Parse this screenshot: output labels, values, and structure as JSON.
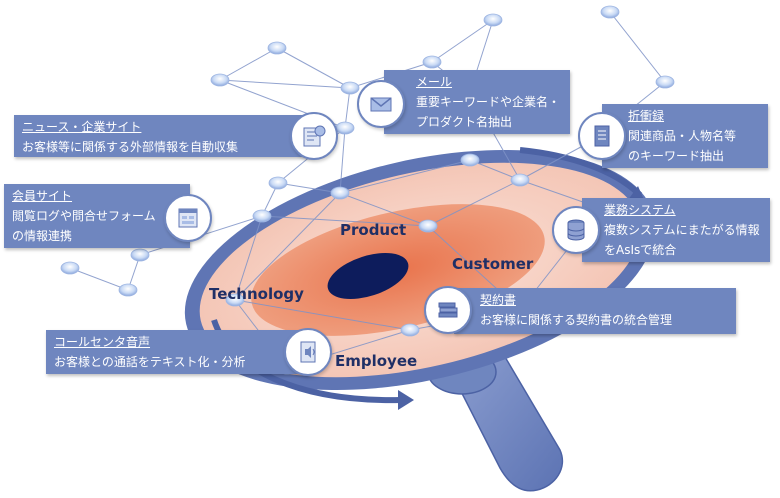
{
  "rings": {
    "product": "Product",
    "customer": "Customer",
    "technology": "Technology",
    "employee": "Employee"
  },
  "sources": {
    "news": {
      "title": "ニュース・企業サイト",
      "desc": "お客様等に関係する外部情報を自動収集",
      "icon": "newspaper-icon"
    },
    "member": {
      "title": "会員サイト",
      "desc1": "閲覧ログや問合せフォーム",
      "desc2": "の情報連携",
      "icon": "web-form-icon"
    },
    "mail": {
      "title": "メール",
      "desc1": "重要キーワードや企業名・",
      "desc2": "プロダクト名抽出",
      "icon": "mail-icon"
    },
    "report": {
      "title": "折衝録",
      "desc1": "関連商品・人物名等",
      "desc2": "のキーワード抽出",
      "icon": "document-icon"
    },
    "system": {
      "title": "業務システム",
      "desc1": "複数システムにまたがる情報",
      "desc2": "をAsIsで統合",
      "icon": "database-icon"
    },
    "contract": {
      "title": "契約書",
      "desc": "お客様に関係する契約書の統合管理",
      "icon": "books-icon"
    },
    "callcenter": {
      "title": "コールセンタ音声",
      "desc": "お客様との通話をテキスト化・分析",
      "icon": "audio-icon"
    }
  },
  "colors": {
    "box": "#6f86bf",
    "ring_outer": "#6a80bd",
    "lens_pale": "#f9d7cc",
    "lens_mid": "#ec8d6a",
    "core": "#0d1c5c",
    "node": "#c9daf5"
  }
}
